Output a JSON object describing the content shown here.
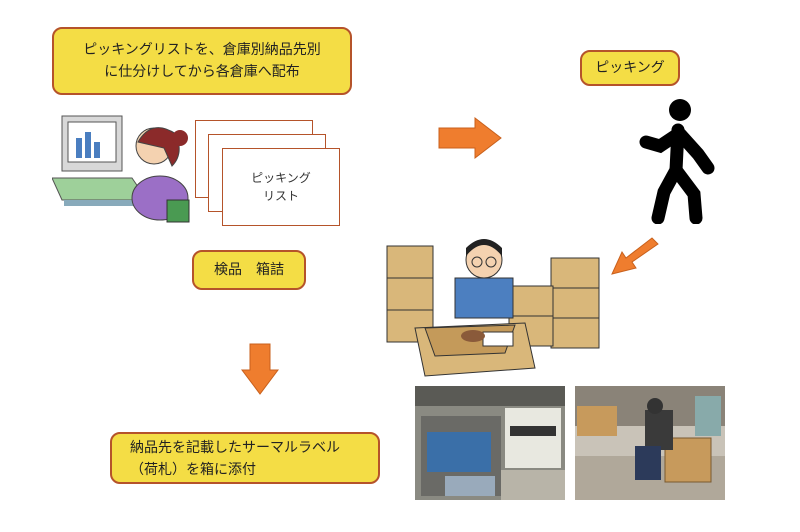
{
  "steps": {
    "distribute": "ピッキングリストを、倉庫別納品先別に仕分けしてから各倉庫へ配布",
    "distribute_line1": "ピッキングリストを、倉庫別納品先別",
    "distribute_line2": "に仕分けしてから各倉庫へ配布",
    "picking": "ピッキング",
    "inspect_pack": "検品　箱詰",
    "label_line1": "納品先を記載したサーマルラベル",
    "label_line2": "（荷札）を箱に添付"
  },
  "picking_list": {
    "line1": "ピッキング",
    "line2": "リスト"
  },
  "colors": {
    "box_fill": "#f4dd45",
    "box_border": "#b5532a",
    "arrow": "#ef7d2e"
  }
}
